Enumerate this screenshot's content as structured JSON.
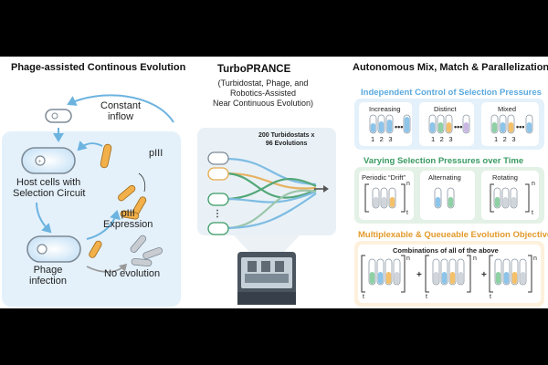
{
  "left": {
    "title": "Phage-assisted Continous Evolution",
    "constant_inflow": "Constant\ninflow",
    "host_cells": "Host cells with",
    "selection_circuit": "Selection Circuit",
    "piii": "pIII",
    "piii_expression": "pIII\nExpression",
    "phage_infection": "Phage\ninfection",
    "no_evolution": "No evolution"
  },
  "middle": {
    "title": "TurboPRANCE",
    "subtitle": "(Turbidostat, Phage, and\nRobotics-Assisted\nNear Continuous Evolution)",
    "count": "200 Turbidostats x\n96 Evolutions"
  },
  "right": {
    "title": "Autonomous Mix, Match & Parallelization",
    "section1": "Independent Control of Selection Pressures",
    "s1_cards": [
      "Increasing",
      "Distinct",
      "Mixed"
    ],
    "tube_numbers": [
      "1",
      "2",
      "3"
    ],
    "section2": "Varying Selection Pressures over Time",
    "s2_cards": [
      "Periodic “Drift”",
      "Alternating",
      "Rotating"
    ],
    "section3": "Multiplexable & Queueable Evolution Objectives",
    "combinations": "Combinations of all of the above",
    "exp_n": "n",
    "sub_t": "t",
    "plus": "+"
  },
  "colors": {
    "light_blue_bg": "#e4f1fb",
    "green_bg": "#e3f1e6",
    "orange_bg": "#fdf1dd",
    "blue_accent": "#5aa9dd",
    "green_accent": "#3a9a63",
    "orange_accent": "#e39a2a"
  }
}
